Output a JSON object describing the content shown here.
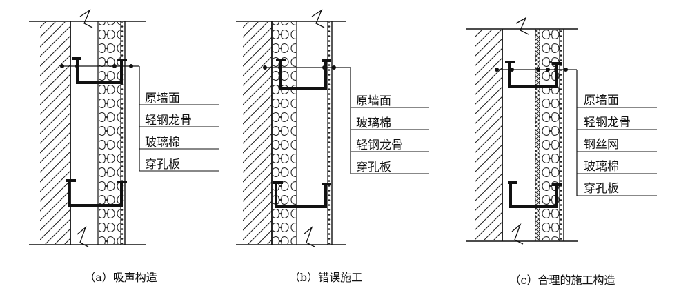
{
  "panels": [
    {
      "caption": "（a）吸声构造",
      "labels": [
        "原墙面",
        "轻钢龙骨",
        "玻璃棉",
        "穿孔板"
      ]
    },
    {
      "caption": "（b）错误施工",
      "labels": [
        "原墙面",
        "玻璃棉",
        "轻钢龙骨",
        "穿孔板"
      ]
    },
    {
      "caption": "（c）合理的施工构造",
      "labels": [
        "原墙面",
        "轻钢龙骨",
        "钢丝网",
        "玻璃棉",
        "穿孔板"
      ]
    }
  ]
}
